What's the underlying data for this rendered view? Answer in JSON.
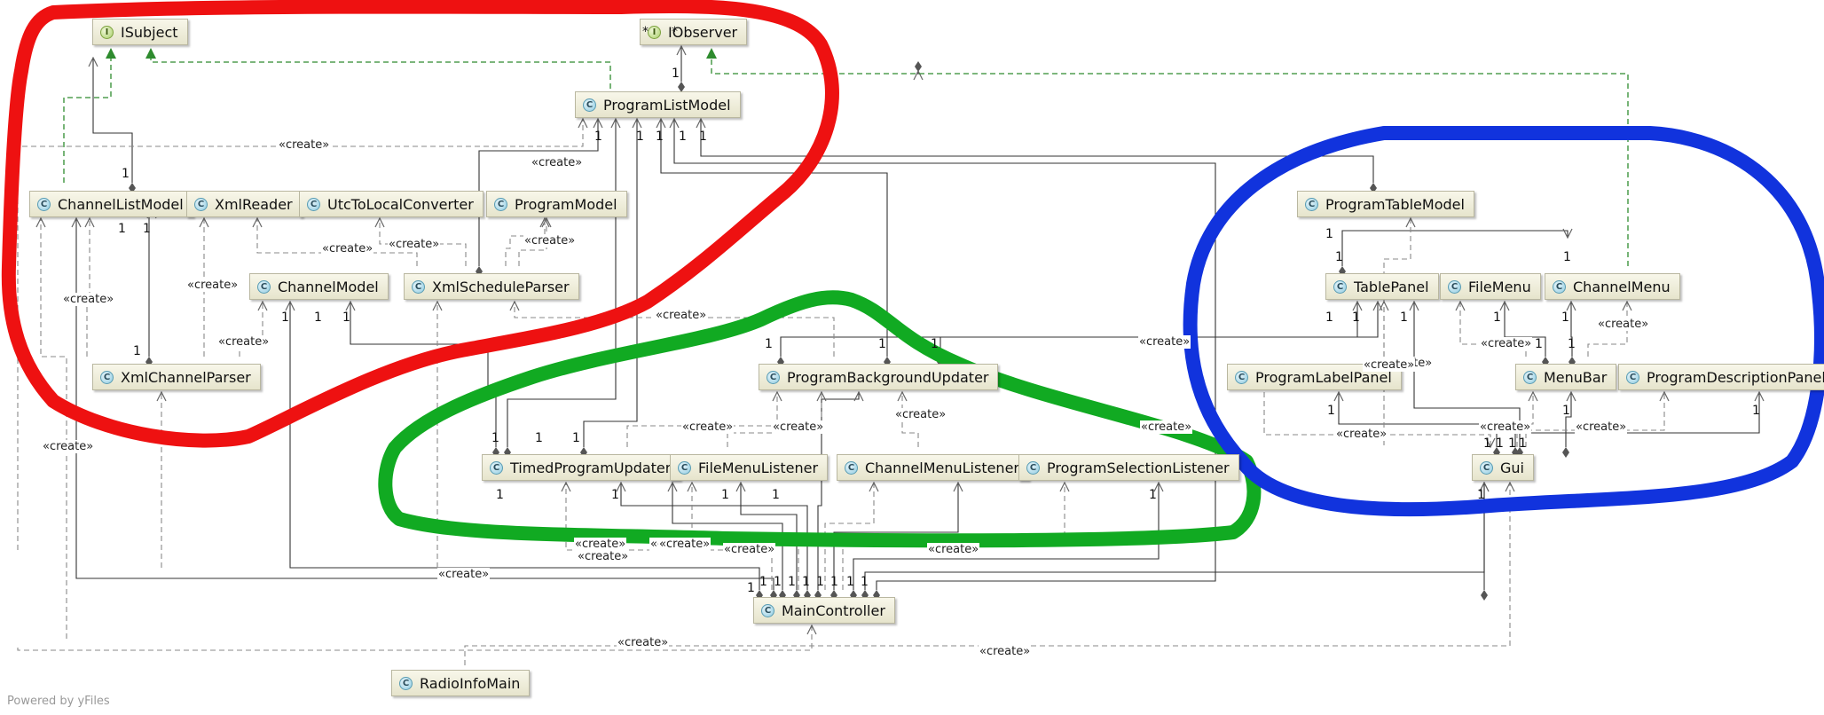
{
  "classes": [
    {
      "id": "ISubject",
      "label": "ISubject",
      "kind": "I"
    },
    {
      "id": "IObserver",
      "label": "IObserver",
      "kind": "I"
    },
    {
      "id": "ProgramListModel",
      "label": "ProgramListModel",
      "kind": "C"
    },
    {
      "id": "ChannelListModel",
      "label": "ChannelListModel",
      "kind": "C"
    },
    {
      "id": "XmlReader",
      "label": "XmlReader",
      "kind": "C"
    },
    {
      "id": "UtcToLocalConverter",
      "label": "UtcToLocalConverter",
      "kind": "C"
    },
    {
      "id": "ProgramModel",
      "label": "ProgramModel",
      "kind": "C"
    },
    {
      "id": "ChannelModel",
      "label": "ChannelModel",
      "kind": "C"
    },
    {
      "id": "XmlScheduleParser",
      "label": "XmlScheduleParser",
      "kind": "C"
    },
    {
      "id": "XmlChannelParser",
      "label": "XmlChannelParser",
      "kind": "C"
    },
    {
      "id": "ProgramBackgroundUpdater",
      "label": "ProgramBackgroundUpdater",
      "kind": "C"
    },
    {
      "id": "TimedProgramUpdater",
      "label": "TimedProgramUpdater",
      "kind": "C"
    },
    {
      "id": "FileMenuListener",
      "label": "FileMenuListener",
      "kind": "C"
    },
    {
      "id": "ChannelMenuListener",
      "label": "ChannelMenuListener",
      "kind": "C"
    },
    {
      "id": "ProgramSelectionListener",
      "label": "ProgramSelectionListener",
      "kind": "C"
    },
    {
      "id": "MainController",
      "label": "MainController",
      "kind": "C"
    },
    {
      "id": "RadioInfoMain",
      "label": "RadioInfoMain",
      "kind": "C"
    },
    {
      "id": "ProgramTableModel",
      "label": "ProgramTableModel",
      "kind": "C"
    },
    {
      "id": "TablePanel",
      "label": "TablePanel",
      "kind": "C"
    },
    {
      "id": "FileMenu",
      "label": "FileMenu",
      "kind": "C"
    },
    {
      "id": "ChannelMenu",
      "label": "ChannelMenu",
      "kind": "C"
    },
    {
      "id": "ProgramLabelPanel",
      "label": "ProgramLabelPanel",
      "kind": "C"
    },
    {
      "id": "MenuBar",
      "label": "MenuBar",
      "kind": "C"
    },
    {
      "id": "ProgramDescriptionPanel",
      "label": "ProgramDescriptionPanel",
      "kind": "C"
    },
    {
      "id": "Gui",
      "label": "Gui",
      "kind": "C"
    }
  ],
  "stereotype": "«create»",
  "multiplicities": [
    "1",
    "*"
  ],
  "footer": "Powered by yFiles",
  "colors": {
    "implements": "#2e8b2e",
    "association": "#333333",
    "dependency": "#888888",
    "group_model": "#ee1111",
    "group_controller": "#11aa22",
    "group_view": "#1133dd"
  }
}
